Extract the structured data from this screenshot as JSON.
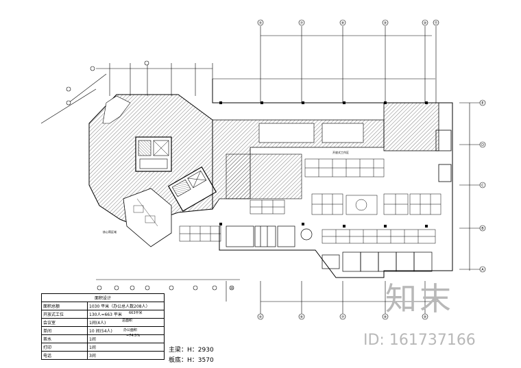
{
  "table": {
    "title": "面积设计",
    "rows": [
      {
        "label": "面积总额",
        "value": "1030 平米（办公总人数208人）"
      },
      {
        "label": "开放式工位",
        "value": "130人=663 平米"
      },
      {
        "label": "会议室",
        "value": "1间(4人)"
      },
      {
        "label": "单间",
        "value": "10 间(54人)"
      },
      {
        "label": "茶水",
        "value": "1间"
      },
      {
        "label": "打印",
        "value": "1间"
      },
      {
        "label": "电话",
        "value": "3间"
      }
    ],
    "side_notes": [
      "663平米",
      "总面积",
      "办公面积",
      "=74.5%"
    ]
  },
  "beam": {
    "main": "主梁：H：2930",
    "slab": "板底：H：3570"
  },
  "watermark": {
    "logo": "知末",
    "id": "ID: 161737166"
  },
  "axes": {
    "top": [
      "⑤",
      "⑦",
      "⑧",
      "⑨",
      "⑩",
      "⑪"
    ],
    "bottom": [
      "④",
      "⑥",
      "⑦",
      "⑧",
      "⑨",
      "⑩"
    ],
    "right": [
      "E",
      "D",
      "C",
      "B",
      "A"
    ]
  },
  "labels": {
    "open_office": "开放式工作区",
    "core_note": "核心筒区域"
  }
}
